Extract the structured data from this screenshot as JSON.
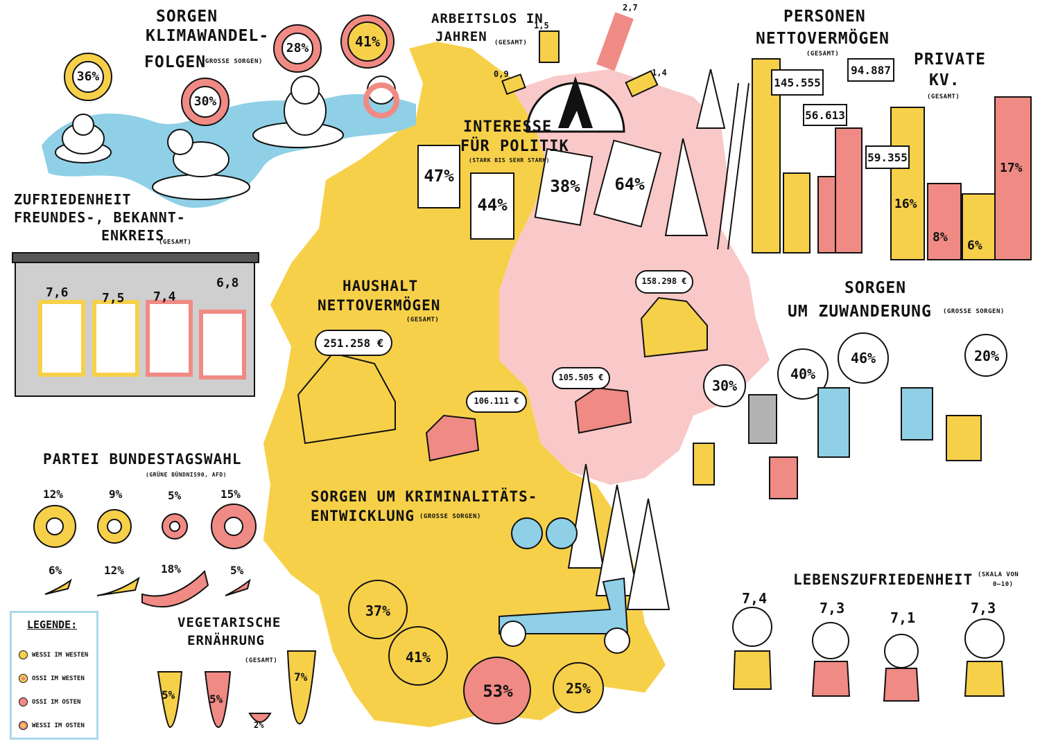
{
  "colors": {
    "yellow": "#f7d04a",
    "pink": "#f08a84",
    "lightpink": "#f9c8c8",
    "blue": "#8fd0e6",
    "ink": "#111111"
  },
  "klima": {
    "title1": "SORGEN",
    "title2": "KLIMAWANDEL-",
    "title3": "FOLGEN",
    "note": "(GROSSE SORGEN)",
    "v1": "36%",
    "v2": "30%",
    "v3": "28%",
    "v4": "41%"
  },
  "arbeitslos": {
    "title1": "ARBEITSLOS IN",
    "title2": "JAHREN",
    "note": "(GESAMT)",
    "v1": "1,5",
    "v2": "0,9",
    "v3": "2,7",
    "v4": "1,4"
  },
  "vermoegen_personen": {
    "title1": "PERSONEN",
    "title2": "NETTOVERMÖGEN",
    "note": "(GESAMT)",
    "v1": "145.555",
    "v2": "94.887",
    "v3": "56.613",
    "v4": "59.355"
  },
  "private_kv": {
    "title1": "PRIVATE",
    "title2": "KV.",
    "note": "(GESAMT)",
    "v1": "16%",
    "v2": "8%",
    "v3": "6%",
    "v4": "17%"
  },
  "politik": {
    "title1": "INTERESSE",
    "title2": "FÜR POLITIK",
    "note": "(STARK BIS SEHR STARK)",
    "v1": "47%",
    "v2": "44%",
    "v3": "38%",
    "v4": "64%"
  },
  "freunde": {
    "title1": "ZUFRIEDENHEIT",
    "title2": "FREUNDES-, BEKANNT-",
    "title3": "ENKREIS",
    "note": "(GESAMT)",
    "v1": "7,6",
    "v2": "7,5",
    "v3": "7,4",
    "v4": "6,8"
  },
  "haushalt": {
    "title1": "HAUSHALT",
    "title2": "NETTOVERMÖGEN",
    "note": "(GESAMT)",
    "v1": "251.258 €",
    "v2": "106.111 €",
    "v3": "158.298 €",
    "v4": "105.505 €"
  },
  "zuwanderung": {
    "title1": "SORGEN",
    "title2": "UM ZUWANDERUNG",
    "note": "(GROSSE SORGEN)",
    "v1": "30%",
    "v2": "40%",
    "v3": "46%",
    "v4": "20%"
  },
  "partei": {
    "title": "PARTEI BUNDESTAGSWAHL",
    "note": "(GRÜNE BÜNDNIS90, AFD)",
    "g1": "12%",
    "g2": "9%",
    "g3": "5%",
    "g4": "15%",
    "a1": "6%",
    "a2": "12%",
    "a3": "18%",
    "a4": "5%"
  },
  "kriminalitaet": {
    "title1": "SORGEN UM KRIMINALITÄTS-",
    "title2": "ENTWICKLUNG",
    "note": "(GROSSE SORGEN)",
    "v1": "37%",
    "v2": "41%",
    "v3": "53%",
    "v4": "25%"
  },
  "vegetarisch": {
    "title1": "VEGETARISCHE",
    "title2": "ERNÄHRUNG",
    "note": "(GESAMT)",
    "v1": "5%",
    "v2": "5%",
    "v3": "2%",
    "v4": "7%"
  },
  "lebenszufriedenheit": {
    "title": "LEBENSZUFRIEDENHEIT",
    "note1": "(SKALA VON",
    "note2": "0–10)",
    "v1": "7,4",
    "v2": "7,3",
    "v3": "7,1",
    "v4": "7,3"
  },
  "legende": {
    "title": "LEGENDE:",
    "i1": "WESSI IM WESTEN",
    "i2": "OSSI IM WESTEN",
    "i3": "OSSI IM OSTEN",
    "i4": "WESSI IM OSTEN"
  }
}
